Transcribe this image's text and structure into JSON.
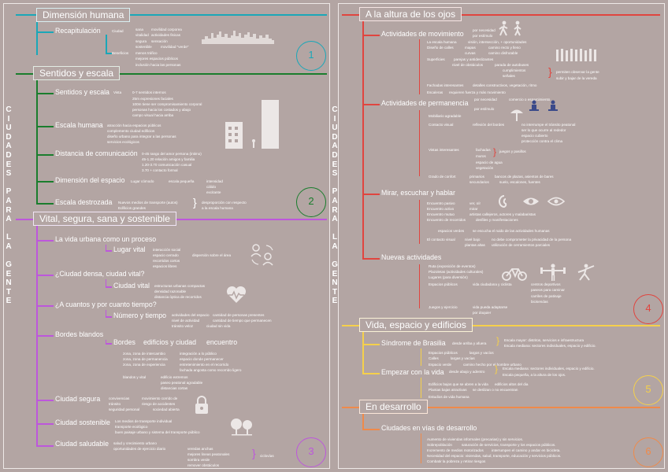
{
  "side_title_letters": [
    "C",
    "I",
    "U",
    "D",
    "A",
    "D",
    "E",
    "S",
    "",
    "P",
    "A",
    "R",
    "A",
    "",
    "L",
    "A",
    "",
    "G",
    "E",
    "N",
    "T",
    "E"
  ],
  "colors": {
    "section1": "#1aa7b8",
    "section2": "#1a7d2d",
    "section3": "#bd57dc",
    "section4": "#e0453f",
    "section5": "#f5d04b",
    "section6": "#ef8a4a",
    "background": "#b3a5a3"
  },
  "left": {
    "section1": {
      "title": "Dimensión  humana",
      "number": "1",
      "items": {
        "recapitulacion": "Recapitulación",
        "r1": "Ciudad",
        "r2": "sana",
        "r3": "movilidad corporea",
        "r4": "vitalidad",
        "r5": "actividades fisicas",
        "r6": "segura",
        "r7": "sensación",
        "r8": "sostenible",
        "r9": "movilidad \"verde\"",
        "r10": "Beneficios",
        "r11": "menos tráfico",
        "r12": "mejores espacios públicos",
        "r13": "inclusión hacia las personas"
      }
    },
    "section2": {
      "title": "Sentidos y escala",
      "number": "2",
      "items": {
        "sentidos": "Sentidos y escala",
        "s1": "Vista",
        "s2": "0-7 sentidos internos",
        "s3": "25m expresiones faciales",
        "s4": "100m tiene ser compromisamiento corporal",
        "s5": "personas hacia los costados y abajo",
        "s6": "campo visual hacia arriba",
        "escala": "Escala humana",
        "e1": "atracción hacia espacios públicos",
        "e2": "complemento ciudad edificios",
        "e3": "diseño urbano para integrar a las personas",
        "e4": "servicios ecológicos",
        "distancia": "Distancia de comunicación",
        "d1": "0-45 rango del amor persona (intimo)",
        "d2": "45-1.20 relación amigos y familia",
        "d3": "1.20-3.70 comunicación casual",
        "d4": "3.70 + contacto formal",
        "dimension": "Dimensión del espacio",
        "dm1": "Lugar cómodo",
        "dm2": "escala pequeña",
        "dm3": "intensidad",
        "dm4": "cálido",
        "dm5": "excitante",
        "destrozada": "Escala destrozada",
        "de1": "Nuevos medios de transporte (autos)",
        "de2": "Edificios grandes",
        "de3": "desproporción con respecto",
        "de4": "a la escala humana"
      }
    },
    "section3": {
      "title": "Vital, segura, sana y sostenible",
      "number": "3",
      "items": {
        "vida": "La vida urbana como un proceso",
        "lugar": "Lugar vital",
        "l1": "interacción social",
        "l2": "espacio cerrado",
        "l3": "dispersión sobre el área",
        "l4": "recorridos cortos",
        "l5": "espacios libres",
        "densa": "¿Ciudad densa, ciudad vital?",
        "cvital": "Ciudad vital",
        "c1": "estructuras urbanas compactas",
        "c2": "densidad razonable",
        "c3": "distancia óptica de recorridos",
        "cuantos": "¿A cuantos y por cuanto tiempo?",
        "numero": "Número y tiempo",
        "n1": "actividades del espacio",
        "n2": "cantidad de personas presentes",
        "n3": "nivel de actividad",
        "n4": "cantidad de tiempo que permanecen",
        "n5": "tránsito veloz",
        "n6": "ciudad sin vida",
        "bordes": "Bordes blandos",
        "bordes2": "Bordes",
        "bordes3": "edificios y ciudad",
        "bordes4": "encuentro",
        "b1": "zona, zona de intercambio",
        "b2": "integración a lo público",
        "b3": "zona, zona de permanencia",
        "b4": "espacio donde permanecer",
        "b5": "zona, zona de experiencia",
        "b6": "entretenimiento en el recorrido",
        "b7": "fachada angosta como recorrido ligero",
        "b8": "blandos y vital",
        "b9": "edificio extremos",
        "b10": "paseo peatonal agradable",
        "b11": "distancias cortas",
        "segura": "Ciudad segura",
        "sg1": "convivencias",
        "sg2": "movimiento corrido de",
        "sg3": "tránsito",
        "sg4": "riesgo de accidentes",
        "sg5": "seguridad personal",
        "sg6": "sociedad abierta",
        "sostenible": "Ciudad sostenible",
        "so1": "Los medios de transporte individual",
        "so2": "transporte ecológico",
        "so3": "buen paisaje urbano y sistema del transporte público",
        "saludable": "Ciudad saludable",
        "sa1": "salud y crecimiento urbano",
        "sa2": "oportunidades de ejercicio diario",
        "sa3": "veredas anchas",
        "sa4": "mejores lineas peatonales",
        "sa5": "sombra verde",
        "sa6": "remover obstáculos",
        "sa7": "ciclovías"
      }
    }
  },
  "right": {
    "section4": {
      "title": "A la altura de los ojos",
      "number": "4",
      "items": {
        "movimiento": "Actividades de movimiento",
        "m1": "por necesidad",
        "m2": "por estímulo",
        "m3": "La escala humana",
        "m4": "visión, intersección, + oportunidades",
        "m5": "Diseño de calles",
        "m6": "mapas",
        "m7": "camino recto y lleno",
        "m8": "curvas",
        "m9": "camino disfrutable",
        "m10": "Superficies",
        "m11": "parejas y antideslizantes",
        "m12": "nivel de obstáculos",
        "m13": "parada de autobuses",
        "m14": "cumplimientos",
        "m15": "señales",
        "m16": "permiten observar la gente",
        "m17": "subir y bajar de la vereda",
        "m18": "Fachadas interesantes",
        "m19": "detalles constructivos, vegetación, ritmo",
        "m20": "Escaleras",
        "m21": "requieren fuerza y más movimiento",
        "permanencia": "Actividades de permanencia",
        "p1": "por necesidad",
        "p2": "por estímulo",
        "p3": "comercio o esparcimiento",
        "p4": "Mobiliario agradable",
        "p5": "Contacto visual",
        "p6": "reflexión del bordes",
        "p7": "no interrumpe el tránsito peatonal",
        "p8": "ser lo que ocurre al rededor",
        "p9": "espacio cubierto",
        "p10": "protección contra el clima",
        "p11": "Vistas interesantes",
        "p12": "fachadas",
        "p13": "juegos y pasillos",
        "p14": "muros",
        "p15": "espacio de agua",
        "p16": "vegetación",
        "p17": "Grado de confort",
        "p18": "primarios",
        "p19": "bancos de plazas, asientos de bares",
        "p20": "secundarios",
        "p21": "suelo, escalones, fuentes",
        "mirar": "Mirar, escuchar y hablar",
        "mi1": "Encuentro pasivo",
        "mi2": "ver, oír",
        "mi3": "Encuentro activo",
        "mi4": "mirar",
        "mi5": "Encuentro mutuo",
        "mi6": "artistas callejeros, actores y malabaristas",
        "mi7": "Encuentro de recorridos",
        "mi8": "desfiles y manifestaciones",
        "mi9": "espacios verdes",
        "mi10": "se escucha el ruido de las actividades humanas",
        "mi11": "El contacto visual",
        "mi12": "nivel bajo",
        "mi13": "no debe comprometer la privacidad de la persona",
        "mi14": "plantas altas",
        "mi15": "utilización de cerramientos parciales",
        "nuevas": "Nuevas actividades",
        "nu1": "Ruta (exposición de eventos)",
        "nu2": "Plazoletas (actividades culturales)",
        "nu3": "Lugares (para diversión)",
        "nu4": "Espacios públicos",
        "nu5": "vida ciudadana y ciclista",
        "nu6": "centros deportivos",
        "nu7": "paseos para caminar",
        "nu8": "carriles de patinaje",
        "nu9": "bicisendas",
        "nu10": "Juegos y ejercicio",
        "nu11": "vida pueda adaptarse",
        "nu12": "por doquier"
      }
    },
    "section5": {
      "title": "Vida, espacio y edificios",
      "number": "5",
      "items": {
        "brasilia": "Síndrome de Brasilia",
        "br1": "desde arriba y afuera",
        "br2": "Escala mayor: distritos, servicios e infraestructura",
        "br3": "Escala mediana: sectores individuales, espacio y edificio.",
        "br4": "Espacios públicos",
        "br5": "largos y vacíos",
        "br6": "Calles",
        "br7": "largas y vacías",
        "br8": "Espacio verde",
        "br9": "camino hecho por el hombre urbano",
        "empezar": "Empezar con la vida",
        "em1": "desde abajo y adentro",
        "em2": "Escala mediana: sectores individuales, espacio y edificio.",
        "em3": "Escala pequeña, a la altura de los ojos.",
        "em4": "Edificios bajos que se abren a la vida",
        "em5": "edificios altos del dia",
        "em6": "Plantas bajas atractivas",
        "em7": "se deslizan o no encuentran",
        "em8": "Estudios de vida humana"
      }
    },
    "section6": {
      "title": "En desarrollo",
      "number": "6",
      "items": {
        "vias": "Ciudades en vías de desarrollo",
        "v1": "Aumento de viviendas informales (precarias) y sin servicios.",
        "v2": "Sobrepoblación",
        "v3": "saturación de servicios, transporte y los espacios públicos.",
        "v4": "Incremento de medios motorizados",
        "v5": "interrumpen el camino y andar en bicicleta.",
        "v6": "Necesidad del espacio: viviendas, salud, transporte, educación y servicios públicos.",
        "v7": "Combatir la pobreza y retirar riesgos"
      }
    }
  }
}
